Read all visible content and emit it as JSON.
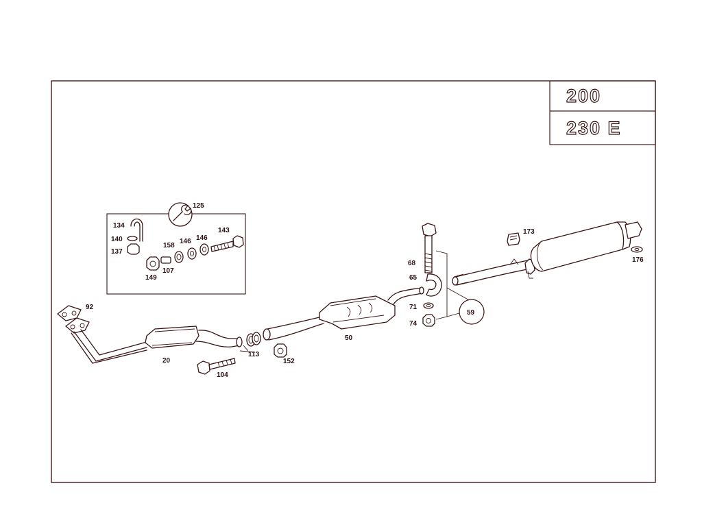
{
  "models": [
    "200",
    "230 E"
  ],
  "parts": {
    "p20": "20",
    "p50": "50",
    "p59": "59",
    "p65": "65",
    "p68": "68",
    "p71": "71",
    "p74": "74",
    "p92": "92",
    "p104": "104",
    "p107": "107",
    "p113": "113",
    "p125": "125",
    "p134": "134",
    "p137": "137",
    "p140": "140",
    "p143": "143",
    "p146a": "146",
    "p146b": "146",
    "p149": "149",
    "p152": "152",
    "p158": "158",
    "p173": "173",
    "p176": "176"
  },
  "colors": {
    "line": "#3a1414",
    "frame": "#4a1a1a"
  }
}
